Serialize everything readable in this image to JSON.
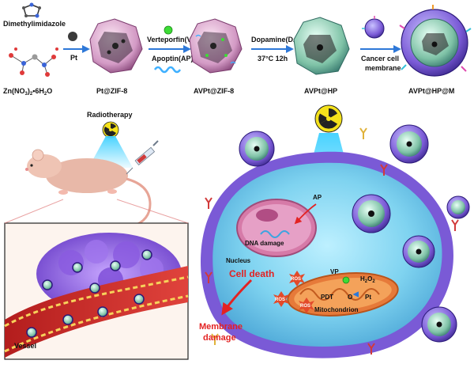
{
  "synthesis": {
    "reagent_1": "Dimethylimidazole",
    "reagent_2_main": "Zn(NO",
    "reagent_2_sub1": "3",
    "reagent_2_mid": ")",
    "reagent_2_sub2": "2",
    "reagent_2_tail": "•6H",
    "reagent_2_sub3": "2",
    "reagent_2_end": "O",
    "step1_label": "Pt",
    "product1": "Pt@ZIF-8",
    "step2_top": "Verteporfin(VP)",
    "step2_bottom": "Apoptin(AP)",
    "product2": "AVPt@ZIF-8",
    "step3_top": "Dopamine(DA)",
    "step3_bottom": "37°C 12h",
    "product3": "AVPt@HP",
    "step4_top": "Cancer cell",
    "step4_bottom": "membrane",
    "product4": "AVPt@HP@M"
  },
  "in_vivo": {
    "radiotherapy": "Radiotherapy",
    "vessel": "Vessel"
  },
  "cell": {
    "ap_label": "AP",
    "nucleus_label": "Nucleus",
    "dna_damage_label": "DNA damage",
    "cell_death_label": "Cell death",
    "membrane_damage_line1": "Membrane",
    "membrane_damage_line2": "damage",
    "vp_label": "VP",
    "h2o2_main": "H",
    "h2o2_sub1": "2",
    "h2o2_mid": "O",
    "h2o2_sub2": "2",
    "pdt_label": "PDT",
    "o_label": "O",
    "pt_label": "Pt",
    "mitochondrion_label": "Mitochondrion",
    "ros_label": "ROS"
  },
  "colors": {
    "arrow_blue": "#2e78d8",
    "cell_death_red": "#e32222",
    "membrane_purple": "#7a5ad6",
    "cytoplasm_cyan": "#7fd3f0",
    "nanoparticle_teal": "#6aa7a0",
    "radiation_yellow": "#f5e21b"
  }
}
